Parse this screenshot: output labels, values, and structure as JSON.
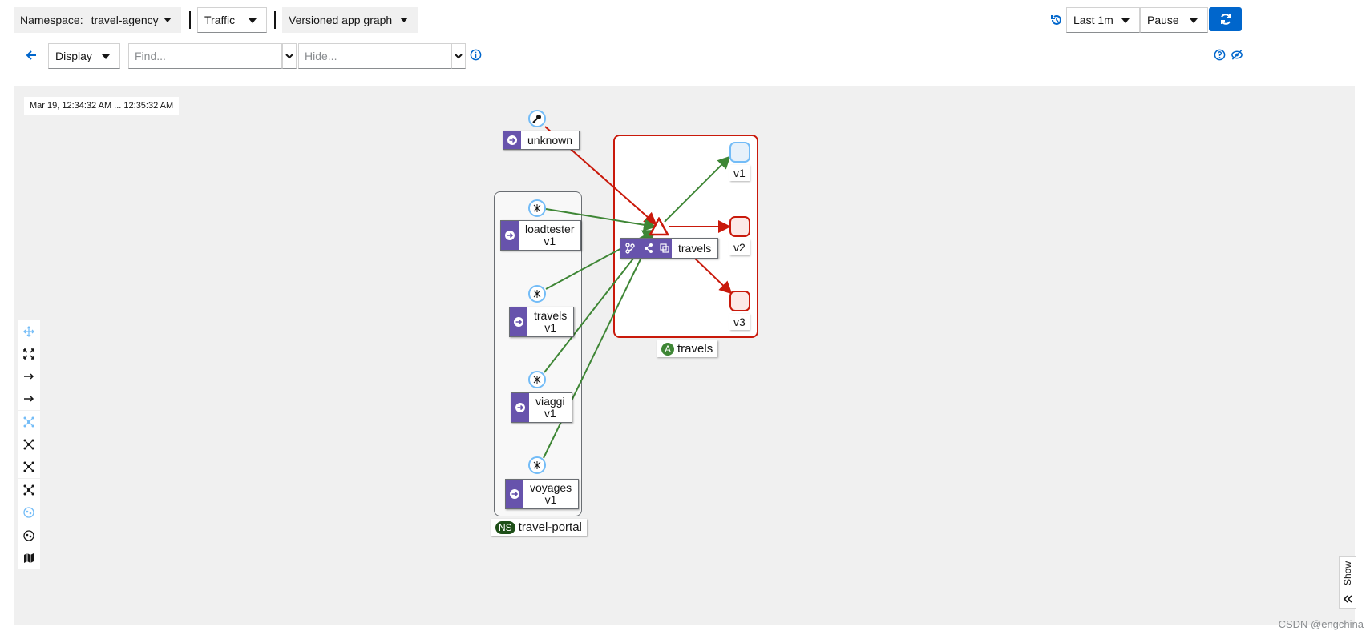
{
  "toolbar": {
    "namespace_label": "Namespace:",
    "namespace_value": "travel-agency",
    "traffic_label": "Traffic",
    "graph_type": "Versioned app graph",
    "duration": "Last 1m",
    "refresh_interval": "Pause"
  },
  "find_bar": {
    "display_label": "Display",
    "find_placeholder": "Find...",
    "hide_placeholder": "Hide..."
  },
  "graph": {
    "timestamp": "Mar 19, 12:34:32 AM ... 12:35:32 AM",
    "nodes": {
      "unknown": "unknown",
      "loadtester": "loadtester",
      "loadtester_version": "v1",
      "travels_src": "travels",
      "travels_src_version": "v1",
      "viaggi": "viaggi",
      "viaggi_version": "v1",
      "voyages": "voyages",
      "voyages_version": "v1",
      "travels_service": "travels",
      "v1": "v1",
      "v2": "v2",
      "v3": "v3"
    },
    "boxes": {
      "app_badge": "A",
      "app_name": "travels",
      "ns_badge": "NS",
      "ns_name": "travel-portal"
    },
    "show_label": "Show"
  },
  "watermark": "CSDN @engchina",
  "colors": {
    "brand_blue": "#0066cc",
    "edge_ok": "#3e8635",
    "edge_error": "#c9190b",
    "workload_purple": "#6753ac"
  }
}
